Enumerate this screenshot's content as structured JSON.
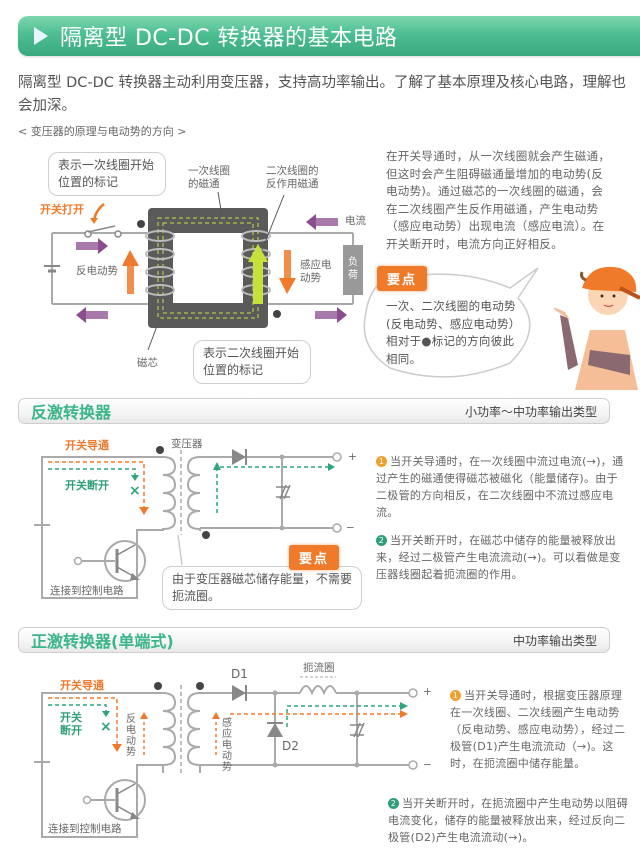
{
  "header": {
    "title": "隔离型 DC-DC 转换器的基本电路",
    "bar_color": "#4cbf92"
  },
  "intro": {
    "text": "隔离型 DC-DC 转换器主动利用变压器，支持高功率输出。了解了基本原理及核心电路，理解也会加深。",
    "subheading": "< 变压器的原理与电动势的方向 >"
  },
  "transformer_diagram": {
    "callout_primary_mark": "表示一次线圈开始位置的标记",
    "callout_secondary_mark": "表示二次线圈开始位置的标记",
    "label_switch_open": "开关打开",
    "label_primary_flux": "一次线圈的磁通",
    "label_secondary_flux": "二次线圈的反作用磁通",
    "label_back_emf": "反电动势",
    "label_induced_emf": "感应电动势",
    "label_current": "电流",
    "label_load": "负荷",
    "label_core": "磁芯",
    "description": "在开关导通时，从一次线圈就会产生磁通，但这时会产生阻碍磁通量增加的电动势(反电动势)。通过磁芯的一次线圈的磁通，会在二次线圈产生反作用磁通，产生电动势（感应电动势）出现电流（感应电流）。在开关断开时，电流方向正好相反。",
    "key_point_label": "要点",
    "key_point_text": "一次、二次线圈的电动势(反电动势、感应电动势）相对于●标记的方向彼此相同。"
  },
  "flyback": {
    "title": "反激转换器",
    "type": "小功率～中功率输出类型",
    "label_switch_on": "开关导通",
    "label_switch_off": "开关断开",
    "label_transformer": "变压器",
    "label_control": "连接到控制电路",
    "terminal_plus": "+",
    "terminal_minus": "−",
    "key_point_label": "要点",
    "key_point_text": "由于变压器磁芯储存能量，不需要扼流圈。",
    "items": [
      {
        "num": "1",
        "color": "#f0a030",
        "text": "当开关导通时，在一次线圈中流过电流(→)，通过产生的磁通使得磁芯被磁化（能量储存)。由于二极管的方向相反，在二次线圈中不流过感应电流。"
      },
      {
        "num": "2",
        "color": "#2f9e7a",
        "text": "当开关断开时，在磁芯中储存的能量被释放出来，经过二极管产生电流流动(→)。可以看做是变压器线圈起着扼流圈的作用。"
      }
    ]
  },
  "forward": {
    "title": "正激转换器(单端式)",
    "type": "中功率输出类型",
    "label_switch_on": "开关导通",
    "label_switch_off": "开关断开",
    "label_back_emf": "反电动势",
    "label_induced_emf": "感应电动势",
    "label_d1": "D1",
    "label_d2": "D2",
    "label_choke": "扼流圈",
    "label_control": "连接到控制电路",
    "terminal_plus": "+",
    "terminal_minus": "−",
    "items": [
      {
        "num": "1",
        "color": "#f0a030",
        "text": "当开关导通时，根据变压器原理在一次线圈、二次线圈产生电动势（反电动势、感应电动势），经过二极管(D1)产生电流流动（→)。这时，在扼流圈中储存能量。"
      },
      {
        "num": "2",
        "color": "#2f9e7a",
        "text": "当开关断开时，在扼流圈中产生电动势以阻碍电流变化，储存的能量被释放出来，经过反向二极管(D2)产生电流流动(→)。"
      }
    ]
  },
  "colors": {
    "accent_green": "#3bb58a",
    "accent_orange": "#ef7a2a",
    "arrow_purple": "#8a4d8f",
    "core_gray": "#555555",
    "flux_yellow": "#c8e03c"
  }
}
